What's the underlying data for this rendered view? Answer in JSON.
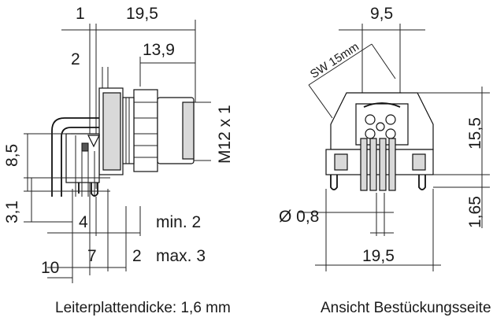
{
  "left_view": {
    "dims": {
      "d1": "1",
      "d19_5_top": "19,5",
      "d2_top": "2",
      "d13_9": "13,9",
      "m12": "M12 x 1",
      "d8_5": "8,5",
      "d3_1": "3,1",
      "d4": "4",
      "min2": "min. 2",
      "d7": "7",
      "d2_bot": "2",
      "max3": "max. 3",
      "d10": "10"
    },
    "caption": "Leiterplattendicke: 1,6 mm"
  },
  "right_view": {
    "dims": {
      "d9_5": "9,5",
      "sw": "SW 15mm",
      "d15_5": "15,5",
      "d0_8": "Ø 0,8",
      "d1_65": "1,65",
      "d19_5_bot": "19,5"
    },
    "caption": "Ansicht Bestückungsseite"
  }
}
